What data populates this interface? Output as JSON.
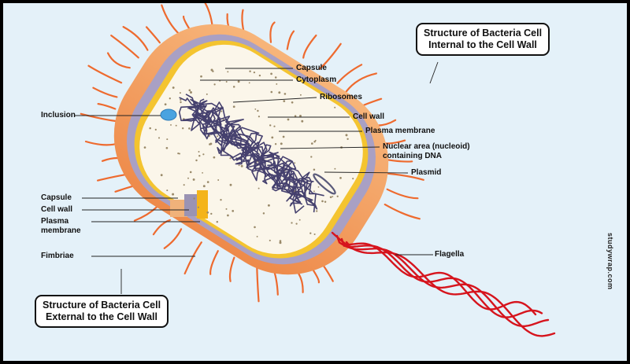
{
  "callouts": {
    "internal": {
      "line1": "Structure of Bacteria Cell",
      "line2": "Internal to the Cell Wall"
    },
    "external": {
      "line1": "Structure of Bacteria Cell",
      "line2": "External to the Cell Wall"
    }
  },
  "labels": {
    "capsule_right": "Capsule",
    "cytoplasm": "Cytoplasm",
    "ribosomes": "Ribosomes",
    "inclusion": "Inclusion",
    "cell_wall_right": "Cell wall",
    "plasma_membrane_right": "Plasma membrane",
    "nuclear_area_line1": "Nuclear area (nucleoid)",
    "nuclear_area_line2": "containing DNA",
    "plasmid": "Plasmid",
    "capsule_left": "Capsule",
    "cell_wall_left": "Cell wall",
    "plasma_membrane_left_line1": "Plasma",
    "plasma_membrane_left_line2": "membrane",
    "fimbriae": "Fimbriae",
    "flagella": "Flagella"
  },
  "watermark": "studywrap.com",
  "colors": {
    "background": "#e4f1f9",
    "capsule": "#f3a060",
    "cell_wall": "#a9a0c4",
    "membrane": "#f4c430",
    "cytoplasm": "#fbf6ea",
    "dna": "#3c3768",
    "flagella": "#d6141d",
    "fimbriae": "#ee6a2e",
    "inclusion": "#4aa3e0"
  }
}
